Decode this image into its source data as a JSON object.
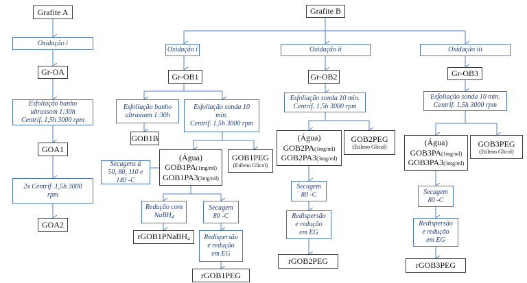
{
  "colors": {
    "arrow": "#4a7fc1",
    "process_border": "#4a76b8",
    "process_text": "#1f3d7a",
    "node_border": "#3a3a3a"
  },
  "branch_a": {
    "start": "Grafite A",
    "oxidation": "Oxidação i",
    "oxidized": "Gr-OA",
    "exfoliation": [
      "Esfoliação banho",
      "ultrassom 1:30h",
      "Centrif. 1,5h 3000 rpm"
    ],
    "product1": "GOA1",
    "centrifuge": [
      "2x Centrif .1,5h 3000",
      "rpm"
    ],
    "product2": "GOA2"
  },
  "branch_b": {
    "start": "Grafite B",
    "b1": {
      "oxidation": "Oxidação i",
      "oxidized": "Gr-OB1",
      "bath": [
        "Esfoliação banho",
        "ultrassom 1:30h"
      ],
      "bath_product": "GOB1B",
      "probe": [
        "Esfoliação sonda 10",
        "min.",
        "Centrif. 1,5h 3000 rpm"
      ],
      "water_label": "(Água)",
      "pa_name": "GOB1PA",
      "pa_conc": "(1mg/ml)",
      "pa3_name": "GOB1PA3",
      "pa3_conc": "(3mg/ml)",
      "peg_name": "GOB1PEG",
      "peg_solvent": "(Etileno Glicol)",
      "drying_multi": [
        "Secagens à",
        "50, 80, 110 e",
        "140 -C"
      ],
      "reduction": [
        "Redução com",
        "NaBH",
        "4"
      ],
      "reduced_nabh4": "rGOB1PNaBH",
      "reduced_nabh4_sub": "4",
      "drying": [
        "Secagem",
        "80 -C"
      ],
      "redispersion": [
        "Redispersão",
        "e redução",
        "em EG"
      ],
      "reduced_peg": "rGOB1PEG"
    },
    "b2": {
      "oxidation": "Oxidação ii",
      "oxidized": "Gr-OB2",
      "probe": [
        "Esfoliação sonda 10 min.",
        "Centrif. 1,5h 3000 rpm"
      ],
      "water_label": "(Água)",
      "pa_name": "GOB2PA",
      "pa_conc": "(1mg/ml)",
      "pa3_name": "GOB2PA3",
      "pa3_conc": "(3mg/ml)",
      "peg_name": "GOB2PEG",
      "peg_solvent": "(Etileno Glicol)",
      "drying": [
        "Secagem",
        "80 -C"
      ],
      "redispersion": [
        "Redispersão",
        "e redução",
        "em EG"
      ],
      "reduced_peg": "rGOB2PEG"
    },
    "b3": {
      "oxidation": "Oxidação iii",
      "oxidized": "Gr-OB3",
      "probe": [
        "Esfoliação sonda 10 min.",
        "Centrif. 1,5h 3000 rpm"
      ],
      "water_label": "(Água)",
      "pa_name": "GOB3PA",
      "pa_conc": "(1mg/ml)",
      "pa3_name": "GOB3PA3",
      "pa3_conc": "(3mg/ml)",
      "peg_name": "GOB3PEG",
      "peg_solvent": "(Etileno Glicol)",
      "drying": [
        "Secagem",
        "80 -C"
      ],
      "redispersion": [
        "Redispersão",
        "e redução",
        "em EG"
      ],
      "reduced_peg": "rGOB3PEG"
    }
  }
}
